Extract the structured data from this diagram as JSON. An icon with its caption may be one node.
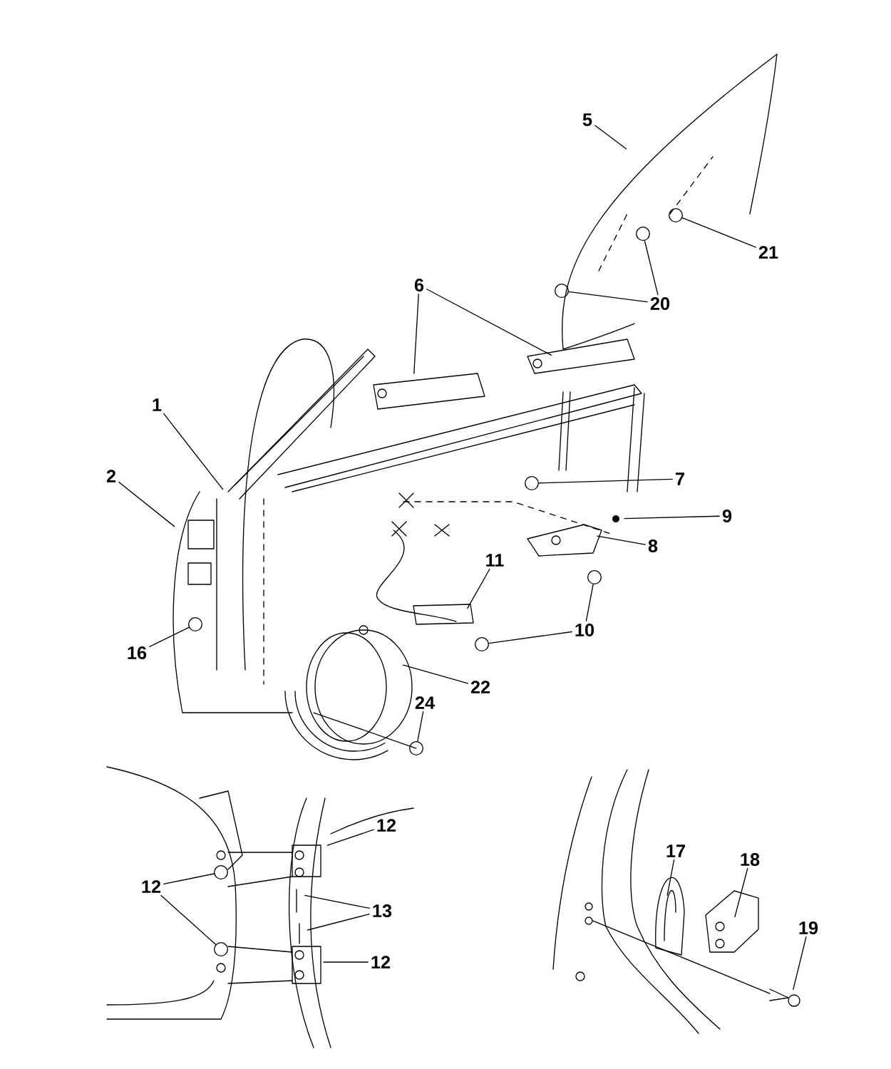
{
  "diagram": {
    "nodes": [
      {
        "text": [
          "5"
        ]
      },
      {
        "text": [
          "21"
        ]
      },
      {
        "text": [
          "20"
        ]
      },
      {
        "text": [
          "6"
        ]
      },
      {
        "text": [
          "1"
        ]
      },
      {
        "text": [
          "7"
        ]
      },
      {
        "text": [
          "2"
        ]
      },
      {
        "text": [
          "9"
        ]
      },
      {
        "text": [
          "8"
        ]
      },
      {
        "text": [
          "11"
        ]
      },
      {
        "text": [
          "10"
        ]
      },
      {
        "text": [
          "16"
        ]
      },
      {
        "text": [
          "22"
        ]
      },
      {
        "text": [
          "24"
        ]
      },
      {
        "text": [
          "12"
        ]
      },
      {
        "text": [
          "17"
        ]
      },
      {
        "text": [
          "18"
        ]
      },
      {
        "text": [
          "12"
        ]
      },
      {
        "text": [
          "13"
        ]
      },
      {
        "text": [
          "19"
        ]
      },
      {
        "text": [
          "12"
        ]
      },
      {
        "text": [],
        "shape": "circle"
      },
      {
        "text": [],
        "shape": "circle"
      },
      {
        "text": [],
        "shape": "circle"
      },
      {
        "text": [],
        "shape": "circle"
      },
      {
        "text": [],
        "shape": "circle"
      },
      {
        "text": [],
        "shape": "circle"
      },
      {
        "text": [],
        "shape": "circle"
      },
      {
        "text": [],
        "shape": "circle"
      },
      {
        "text": [],
        "shape": "circle"
      },
      {
        "text": [],
        "shape": "circle"
      }
    ],
    "edges": [
      {
        "from": 0,
        "to": null,
        "arrow": "none"
      },
      {
        "from": 1,
        "to": 21,
        "arrow": "none"
      },
      {
        "from": 2,
        "to": 23,
        "arrow": "none"
      },
      {
        "from": 2,
        "to": 22,
        "arrow": "none"
      },
      {
        "from": 3,
        "to": null,
        "arrow": "none"
      },
      {
        "from": 3,
        "to": null,
        "arrow": "none"
      },
      {
        "from": 4,
        "to": null,
        "arrow": "none"
      },
      {
        "from": 5,
        "to": 24,
        "arrow": "none"
      },
      {
        "from": 6,
        "to": null,
        "arrow": "none"
      },
      {
        "from": 7,
        "to": null,
        "arrow": "none"
      },
      {
        "from": 8,
        "to": null,
        "arrow": "none"
      },
      {
        "from": 9,
        "to": null,
        "arrow": "none"
      },
      {
        "from": 10,
        "to": 25,
        "arrow": "none"
      },
      {
        "from": 10,
        "to": 27,
        "arrow": "none"
      },
      {
        "from": 11,
        "to": 26,
        "arrow": "none"
      },
      {
        "from": 12,
        "to": null,
        "arrow": "none"
      },
      {
        "from": 13,
        "to": 28,
        "arrow": "none"
      },
      {
        "from": 14,
        "to": null,
        "arrow": "none"
      },
      {
        "from": 15,
        "to": null,
        "arrow": "none"
      },
      {
        "from": 16,
        "to": null,
        "arrow": "none"
      },
      {
        "from": 17,
        "to": 29,
        "arrow": "none"
      },
      {
        "from": 17,
        "to": 30,
        "arrow": "none"
      },
      {
        "from": 18,
        "to": null,
        "arrow": "none"
      },
      {
        "from": 18,
        "to": null,
        "arrow": "none"
      },
      {
        "from": 19,
        "to": null,
        "arrow": "none"
      },
      {
        "from": 20,
        "to": null,
        "arrow": "none"
      }
    ]
  }
}
